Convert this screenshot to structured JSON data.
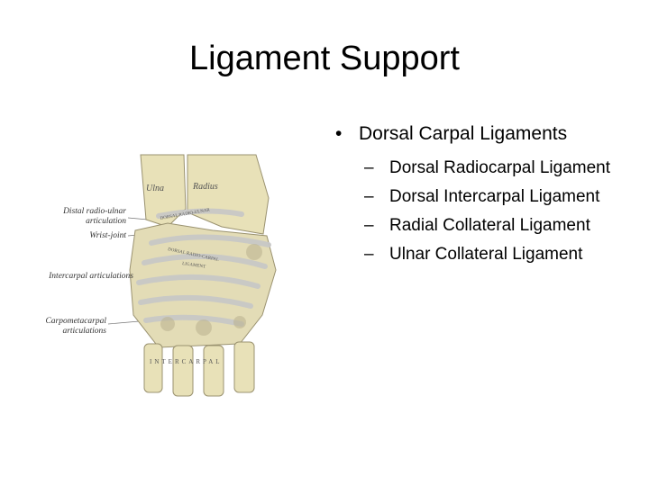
{
  "slide": {
    "title": "Ligament Support"
  },
  "figure": {
    "labels": {
      "distal_radio_ulnar": "Distal radio-ulnar\narticulation",
      "wrist_joint": "Wrist-joint",
      "intercarpal": "Intercarpal articulations",
      "carpometacarpal": "Carpometacarpal\narticulations"
    },
    "in_image_text": {
      "ulna": "Ulna",
      "radius": "Radius",
      "dorsal_radio_ulnar": "DORSAL RADIO-ULNAR",
      "dorsal_radio_carpal": "DORSAL RADIO-CARPAL",
      "ligament": "LIGAMENT",
      "intercarpal_bottom": "INTERCARPAL"
    },
    "colors": {
      "bone": "#e8e1b8",
      "ligament": "#d2d2d2",
      "shade": "#bdb592"
    }
  },
  "bullets": {
    "main_mark": "•",
    "main": "Dorsal Carpal Ligaments",
    "sub_mark": "–",
    "items": [
      "Dorsal Radiocarpal Ligament",
      "Dorsal Intercarpal Ligament",
      "Radial Collateral Ligament",
      "Ulnar Collateral Ligament"
    ]
  }
}
